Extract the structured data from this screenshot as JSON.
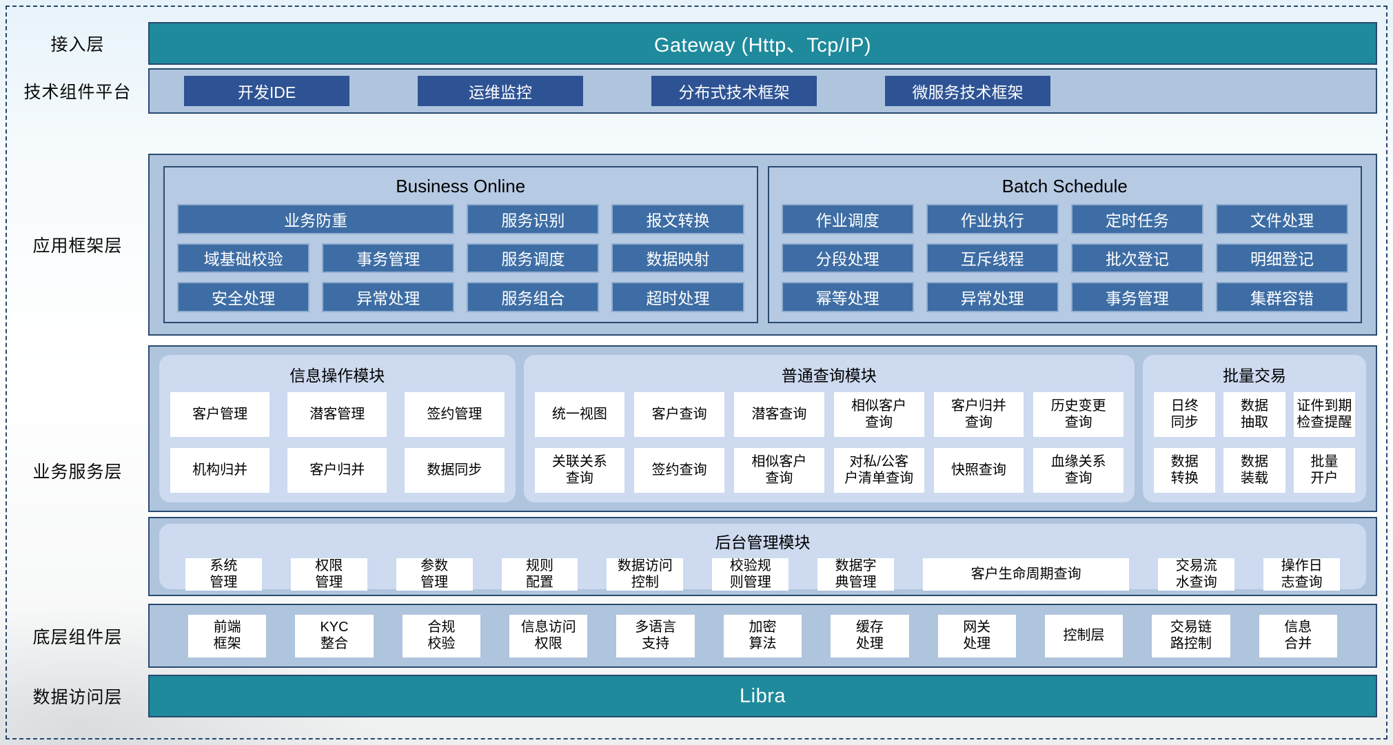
{
  "accent_colors": {
    "teal_bar": "#1E8A9C",
    "navy_border": "#2A4A70",
    "steel_blue_panel": "#AFC4DD",
    "inner_panel_blue": "#B7CAE4",
    "dark_blue_button": "#2E5394",
    "mid_blue_button": "#3D6DA4",
    "lavender_module": "#CDDAF0",
    "card_white": "#FFFFFF"
  },
  "layers": {
    "access": {
      "label": "接入层",
      "gateway": "Gateway (Http、Tcp/IP)"
    },
    "tech_platform": {
      "label": "技术组件平台",
      "items": [
        "开发IDE",
        "运维监控",
        "分布式技术框架",
        "微服务技术框架"
      ]
    },
    "app_framework": {
      "label": "应用框架层",
      "business_online": {
        "title": "Business Online",
        "items": [
          "业务防重",
          "服务识别",
          "报文转换",
          "域基础校验",
          "事务管理",
          "服务调度",
          "数据映射",
          "安全处理",
          "异常处理",
          "服务组合",
          "超时处理"
        ]
      },
      "batch_schedule": {
        "title": "Batch Schedule",
        "items": [
          "作业调度",
          "作业执行",
          "定时任务",
          "文件处理",
          "分段处理",
          "互斥线程",
          "批次登记",
          "明细登记",
          "幂等处理",
          "异常处理",
          "事务管理",
          "集群容错"
        ]
      }
    },
    "business_service": {
      "label": "业务服务层",
      "info_module": {
        "title": "信息操作模块",
        "items": [
          "客户管理",
          "潜客管理",
          "签约管理",
          "机构归并",
          "客户归并",
          "数据同步"
        ]
      },
      "query_module": {
        "title": "普通查询模块",
        "items": [
          "统一视图",
          "客户查询",
          "潜客查询",
          "相似客户\n查询",
          "客户归并\n查询",
          "历史变更\n查询",
          "关联关系\n查询",
          "签约查询",
          "相似客户\n查询",
          "对私/公客\n户清单查询",
          "快照查询",
          "血缘关系\n查询"
        ]
      },
      "batch_module": {
        "title": "批量交易",
        "items": [
          "日终\n同步",
          "数据\n抽取",
          "证件到期\n检查提醒",
          "数据\n转换",
          "数据\n装载",
          "批量\n开户"
        ]
      },
      "admin_module": {
        "title": "后台管理模块",
        "items": [
          "系统\n管理",
          "权限\n管理",
          "参数\n管理",
          "规则\n配置",
          "数据访问\n控制",
          "校验规\n则管理",
          "数据字\n典管理",
          "客户生命周期查询",
          "交易流\n水查询",
          "操作日\n志查询"
        ]
      }
    },
    "base_components": {
      "label": "底层组件层",
      "items": [
        "前端\n框架",
        "KYC\n整合",
        "合规\n校验",
        "信息访问\n权限",
        "多语言\n支持",
        "加密\n算法",
        "缓存\n处理",
        "网关\n处理",
        "控制层",
        "交易链\n路控制",
        "信息\n合并"
      ]
    },
    "data_access": {
      "label": "数据访问层",
      "bar": "Libra"
    }
  }
}
